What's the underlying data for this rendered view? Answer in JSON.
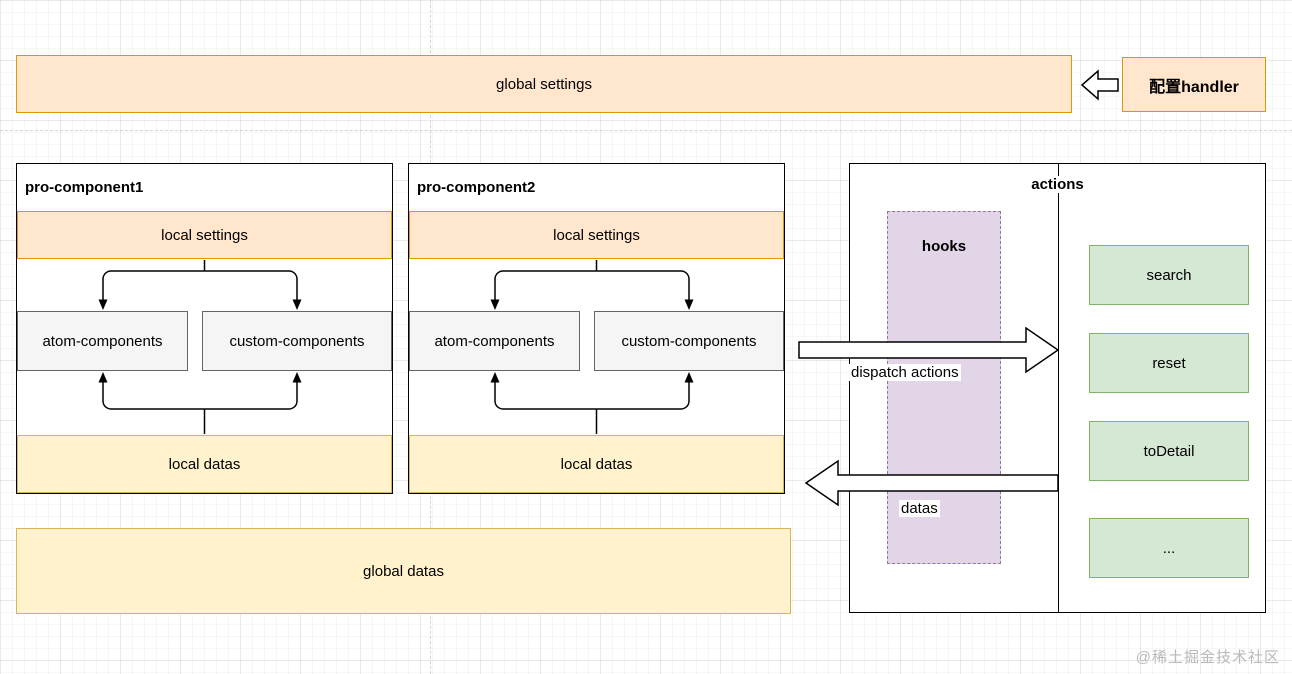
{
  "diagram": {
    "global_settings": {
      "label": "global settings"
    },
    "config_handler": {
      "label": "配置handler"
    },
    "components": [
      {
        "title": "pro-component1",
        "local_settings": "local settings",
        "atom_label": "atom-components",
        "custom_label": "custom-components",
        "local_datas": "local datas"
      },
      {
        "title": "pro-component2",
        "local_settings": "local settings",
        "atom_label": "atom-components",
        "custom_label": "custom-components",
        "local_datas": "local datas"
      }
    ],
    "global_datas": {
      "label": "global datas"
    },
    "actions": {
      "title": "actions",
      "hooks_label": "hooks",
      "buttons": [
        "search",
        "reset",
        "toDetail",
        "..."
      ],
      "dispatch_arrow_label": "dispatch actions",
      "datas_arrow_label": "datas"
    },
    "watermark": "@稀土掘金技术社区"
  },
  "colors": {
    "settings_fill": "#ffe6cc",
    "settings_border": "#d79b00",
    "datas_fill": "#fff2cc",
    "datas_border": "#d6b656",
    "action_fill": "#d5e8d4",
    "action_border": "#82b366",
    "hooks_fill": "#e1d5e7",
    "hooks_border": "#9673a6",
    "inner_box_fill": "#f5f5f5",
    "inner_box_border": "#666666"
  }
}
